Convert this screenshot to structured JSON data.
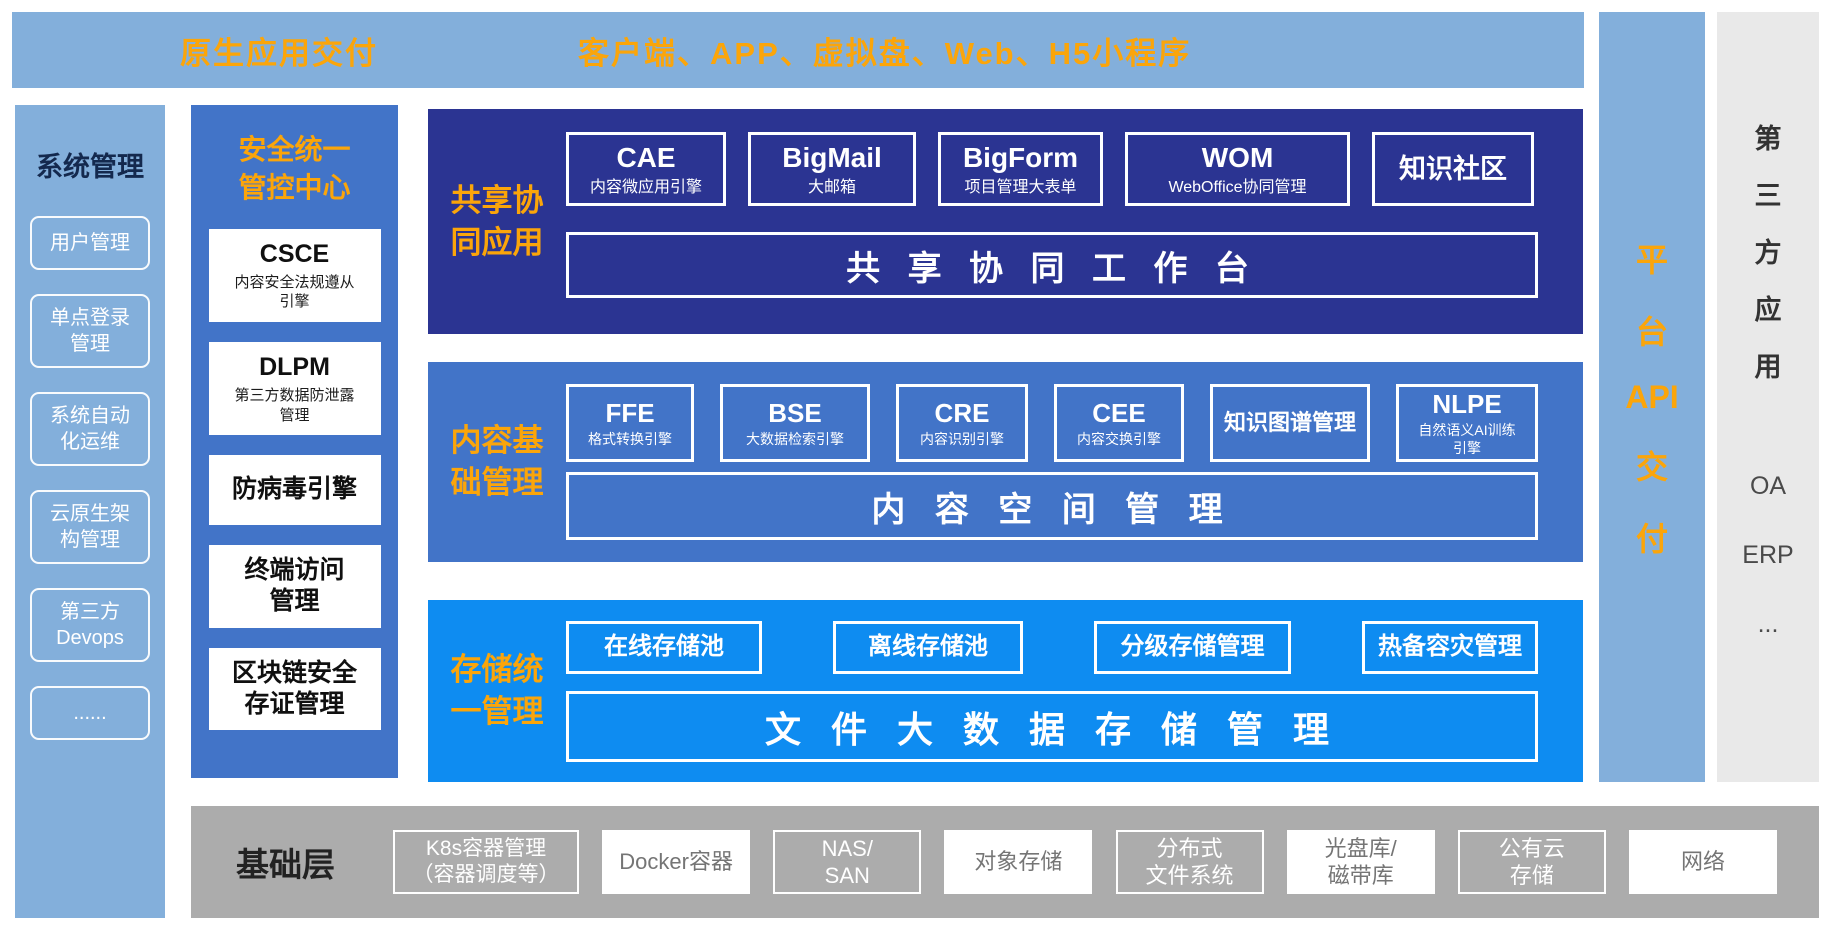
{
  "top_bar": {
    "left_label": "原生应用交付",
    "right_label": "客户端、APP、虚拟盘、Web、H5小程序"
  },
  "left_sidebar": {
    "title": "系统管理",
    "items": [
      "用户管理",
      "单点登录\n管理",
      "系统自动\n化运维",
      "云原生架\n构管理",
      "第三方\nDevops",
      "......"
    ]
  },
  "security_center": {
    "title": "安全统一\n管控中心",
    "items": [
      {
        "title": "CSCE",
        "subtitle": "内容安全法规遵从\n引擎"
      },
      {
        "title": "DLPM",
        "subtitle": "第三方数据防泄露\n管理"
      },
      {
        "title": "防病毒引擎",
        "subtitle": ""
      },
      {
        "title": "终端访问\n管理",
        "subtitle": ""
      },
      {
        "title": "区块链安全\n存证管理",
        "subtitle": ""
      }
    ]
  },
  "sections": {
    "collab": {
      "label": "共享协\n同应用",
      "boxes": [
        {
          "title": "CAE",
          "subtitle": "内容微应用引擎"
        },
        {
          "title": "BigMail",
          "subtitle": "大邮箱"
        },
        {
          "title": "BigForm",
          "subtitle": "项目管理大表单"
        },
        {
          "title": "WOM",
          "subtitle": "WebOffice协同管理"
        },
        {
          "title": "知识社区",
          "subtitle": ""
        }
      ],
      "banner": "共 享 协 同 工 作 台"
    },
    "content": {
      "label": "内容基\n础管理",
      "boxes": [
        {
          "title": "FFE",
          "subtitle": "格式转换引擎"
        },
        {
          "title": "BSE",
          "subtitle": "大数据检索引擎"
        },
        {
          "title": "CRE",
          "subtitle": "内容识别引擎"
        },
        {
          "title": "CEE",
          "subtitle": "内容交换引擎"
        },
        {
          "title": "知识图谱管理",
          "subtitle": ""
        },
        {
          "title": "NLPE",
          "subtitle": "自然语义AI训练\n引擎"
        }
      ],
      "banner": "内 容 空 间 管 理"
    },
    "storage": {
      "label": "存储统\n一管理",
      "boxes": [
        {
          "title": "在线存储池"
        },
        {
          "title": "离线存储池"
        },
        {
          "title": "分级存储管理"
        },
        {
          "title": "热备容灾管理"
        }
      ],
      "banner": "文 件 大 数 据 存 储 管 理"
    }
  },
  "api_column": {
    "chars": [
      "平",
      "台",
      "API",
      "交",
      "付"
    ]
  },
  "third_party": {
    "chars": [
      "第",
      "三",
      "方",
      "应",
      "用"
    ],
    "apps": [
      "OA",
      "ERP",
      "..."
    ]
  },
  "base_layer": {
    "title": "基础层",
    "items": [
      "K8s容器管理\n（容器调度等）",
      "Docker容器",
      "NAS/\nSAN",
      "对象存储",
      "分布式\n文件系统",
      "光盘库/\n磁带库",
      "公有云\n存储",
      "网络"
    ]
  },
  "colors": {
    "light_blue": "#83AFDB",
    "medium_blue": "#4274C8",
    "dark_blue": "#2B3492",
    "bright_blue": "#0E8CF1",
    "orange": "#FBA50A",
    "gray_bar": "#ACACAC",
    "light_gray": "#E9E9E9"
  }
}
